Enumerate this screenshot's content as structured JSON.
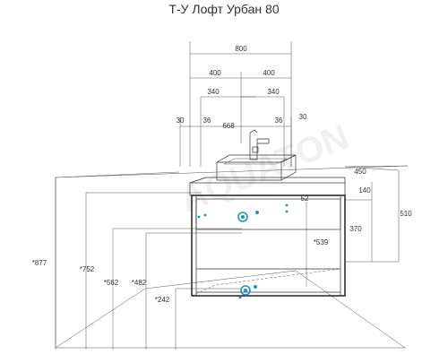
{
  "title": "Т-У Лофт Урбан 80",
  "watermark": "AQUATON",
  "colors": {
    "line": "#333333",
    "connector": "#1a8fd6"
  },
  "dimensions": {
    "total_width": "800",
    "half_left": "400",
    "half_right": "400",
    "offset_left": "340",
    "offset_right": "340",
    "edge_left": "30",
    "edge_right": "30",
    "inner_left": "36",
    "inner_right": "36",
    "inner_span": "668",
    "depth": "450",
    "top_height": "140",
    "drawer_height": "370",
    "cabinet_height": "510",
    "inlet": "52",
    "drain": "*539",
    "h877": "*877",
    "h752": "*752",
    "h562": "*562",
    "h482": "*482",
    "h242": "*242"
  }
}
